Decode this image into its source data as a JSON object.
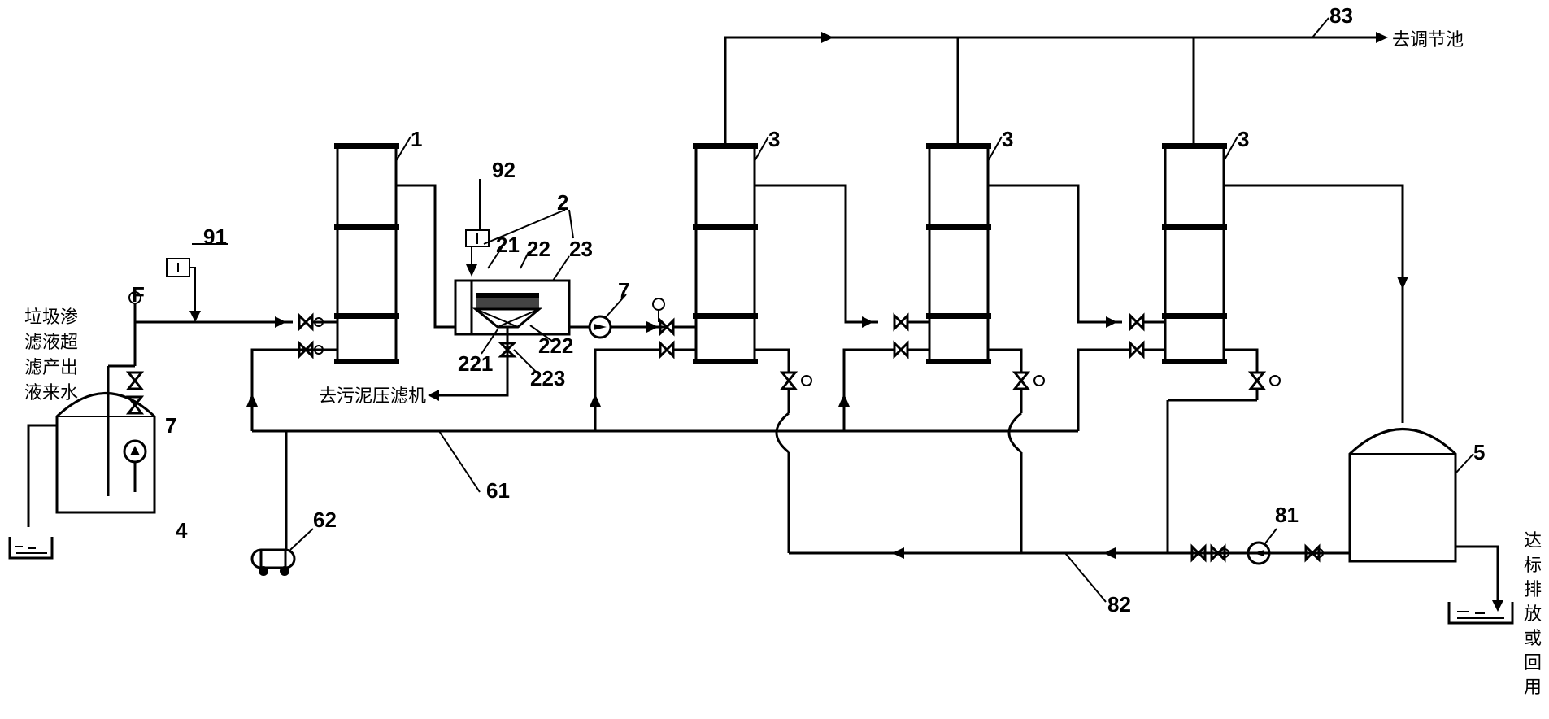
{
  "labels": {
    "inlet_text_lines": [
      "垃圾渗",
      "滤液超",
      "滤产出",
      "液来水"
    ],
    "to_sludge_press": "去污泥压滤机",
    "to_regulating_tank": "去调节池",
    "discharge_text": [
      "达",
      "标",
      "排",
      "放",
      "或",
      "回",
      "用"
    ]
  },
  "numbers": {
    "n1": "1",
    "n2": "2",
    "n3a": "3",
    "n3b": "3",
    "n3c": "3",
    "n4": "4",
    "n5": "5",
    "n7a": "7",
    "n7b": "7",
    "n21": "21",
    "n22": "22",
    "n23": "23",
    "n61": "61",
    "n62": "62",
    "n81": "81",
    "n82": "82",
    "n83": "83",
    "n91": "91",
    "n92": "92",
    "n221": "221",
    "n222": "222",
    "n223": "223"
  }
}
